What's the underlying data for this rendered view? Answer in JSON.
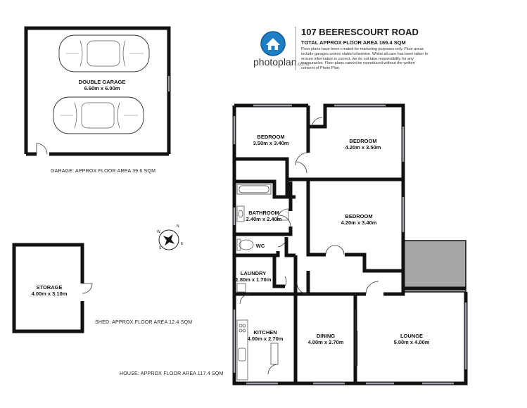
{
  "header": {
    "address": "107 BEERESCOURT ROAD",
    "total_area": "TOTAL APPROX FLOOR AREA 169.4 SQM",
    "disclaimer": "Floor plans have been created for marketing purposes only. Floor areas include garages unless stated otherwise. Whilst all care has been taken to ensure information is correct, we do not take responsibility for any inaccuracies. Floor plans cannot be reproduced without the written consent of Photo Plan.",
    "brand_name": "photoplan",
    "brand_domain": ".co.nz"
  },
  "rooms": {
    "garage": {
      "name": "DOUBLE GARAGE",
      "size": "6.60m  x 6.00m"
    },
    "bedroom1": {
      "name": "BEDROOM",
      "size": "3.50m  x 3.40m"
    },
    "bedroom2": {
      "name": "BEDROOM",
      "size": "4.20m  x 3.50m"
    },
    "bedroom3": {
      "name": "BEDROOM",
      "size": "4.20m  x 3.40m"
    },
    "bathroom": {
      "name": "BATHROOM",
      "size": "2.40m  x 2.40m"
    },
    "wc": {
      "name": "WC"
    },
    "laundry": {
      "name": "LAUNDRY",
      "size": "1.80m  x 1.70m"
    },
    "storage": {
      "name": "STORAGE",
      "size": "4.00m  x 3.10m"
    },
    "kitchen": {
      "name": "KITCHEN",
      "size": "4.00m  x 2.70m"
    },
    "dining": {
      "name": "DINING",
      "size": "4.00m  x 2.70m"
    },
    "lounge": {
      "name": "LOUNGE",
      "size": "5.00m  x 4.00m"
    }
  },
  "areas": {
    "garage": "GARAGE: APPROX FLOOR AREA 39.6 SQM",
    "shed": "SHED: APPROX FLOOR AREA 12.4 SQM",
    "house": "HOUSE: APPROX FLOOR AREA 117.4 SQM"
  },
  "compass": {
    "n": "N",
    "e": "E",
    "s": "S",
    "w": "W"
  },
  "colors": {
    "wall": "#111111",
    "window": "#9aa0a6",
    "fixture": "#555555",
    "shaded_area": "#a6a6a6",
    "logo_blue": "#1f7fc4"
  }
}
